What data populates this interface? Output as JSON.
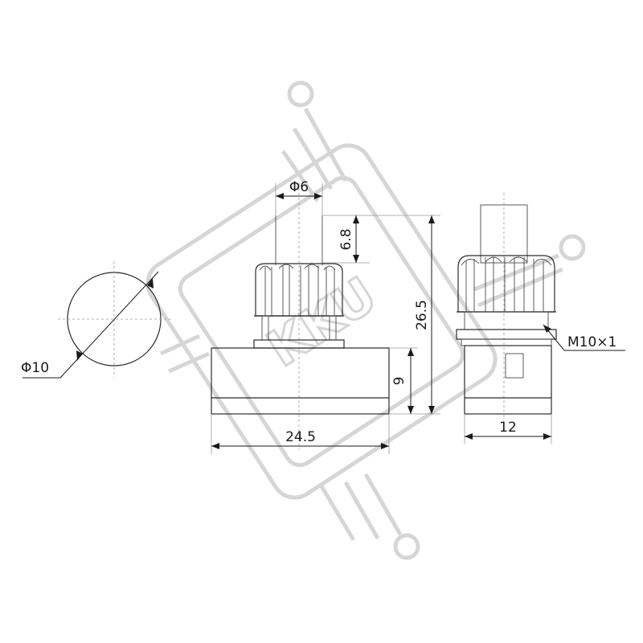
{
  "dimensions": {
    "phi6": "Φ6",
    "h6_8": "6.8",
    "h26_5": "26.5",
    "h9": "9",
    "w24_5": "24.5",
    "w12": "12",
    "phi10": "Φ10",
    "thread": "M10×1"
  },
  "watermark": {
    "text": "KKU"
  },
  "colors": {
    "line": "#2b2b2b",
    "watermark": "#d6d6d6"
  }
}
